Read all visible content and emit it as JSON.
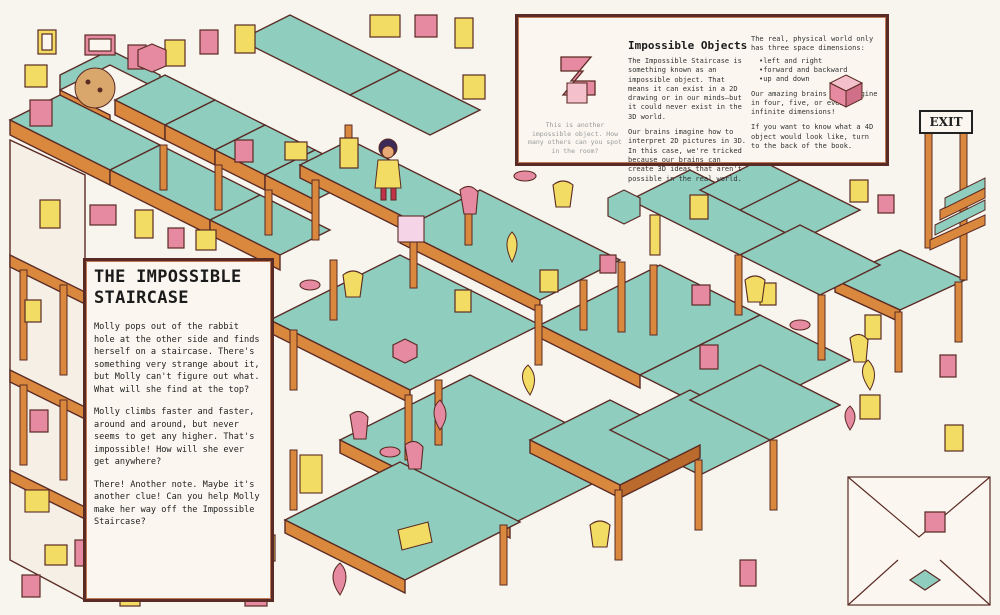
{
  "story": {
    "title_line1": "THE IMPOSSIBLE",
    "title_line2": "STAIRCASE",
    "paragraphs": [
      "Molly pops out of the rabbit hole at the other side and finds herself on a staircase. There's something very strange about it, but Molly can't figure out what. What will she find at the top?",
      "Molly climbs faster and faster, around and around, but never seems to get any higher. That's impossible! How will she ever get anywhere?",
      "There! Another note. Maybe it's another clue! Can you help Molly make her way off the Impossible Staircase?"
    ]
  },
  "info": {
    "title": "Impossible Objects",
    "caption": "This is another impossible object. How many others can you spot in the room?",
    "mid_paragraphs": [
      "The Impossible Staircase is something known as an impossible object. That means it can exist in a 2D drawing or in our minds—but it could never exist in the 3D world.",
      "Our brains imagine how to interpret 2D pictures in 3D. In this case, we're tricked because our brains can create 3D ideas that aren't possible in the real world."
    ],
    "right_intro": "The real, physical world only has three space dimensions:",
    "dimensions": [
      "left and right",
      "forward and backward",
      "up and down"
    ],
    "right_paragraphs": [
      "Our amazing brains can imagine in four, five, or even infinite dimensions!",
      "If you want to know what a 4D object would look like, turn to the back of the book."
    ]
  },
  "exit_sign": "EXIT",
  "colors": {
    "floor": "#8fcdbf",
    "frame": "#d9883e",
    "frame_dark": "#b96a2c",
    "outline": "#5a2b24",
    "pink": "#e58aa0",
    "yellow": "#f2dc63",
    "paper": "#f8f4ee"
  }
}
